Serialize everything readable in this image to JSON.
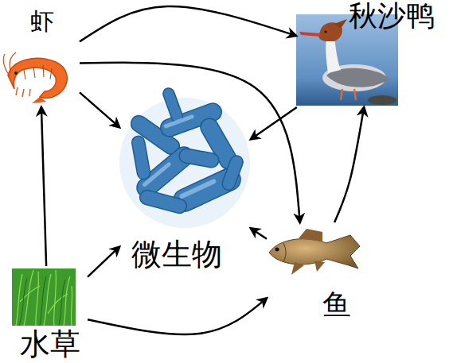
{
  "diagram": {
    "nodes": [
      {
        "text": [
          "虾"
        ]
      },
      {
        "text": [
          "秋沙鸭"
        ]
      },
      {
        "text": [
          "微生物"
        ]
      },
      {
        "text": [
          "鱼"
        ]
      },
      {
        "text": [
          "水草"
        ]
      }
    ],
    "edges": [
      {
        "from": 4,
        "to": 0,
        "arrow": "to"
      },
      {
        "from": 4,
        "to": 3,
        "arrow": "to"
      },
      {
        "from": 4,
        "to": 2,
        "arrow": "to"
      },
      {
        "from": 0,
        "to": 1,
        "arrow": "to"
      },
      {
        "from": 0,
        "to": 3,
        "arrow": "to"
      },
      {
        "from": 0,
        "to": 2,
        "arrow": "to"
      },
      {
        "from": 1,
        "to": 2,
        "arrow": "to"
      },
      {
        "from": 3,
        "to": 1,
        "arrow": "to"
      },
      {
        "from": 3,
        "to": 2,
        "arrow": "to"
      }
    ]
  }
}
